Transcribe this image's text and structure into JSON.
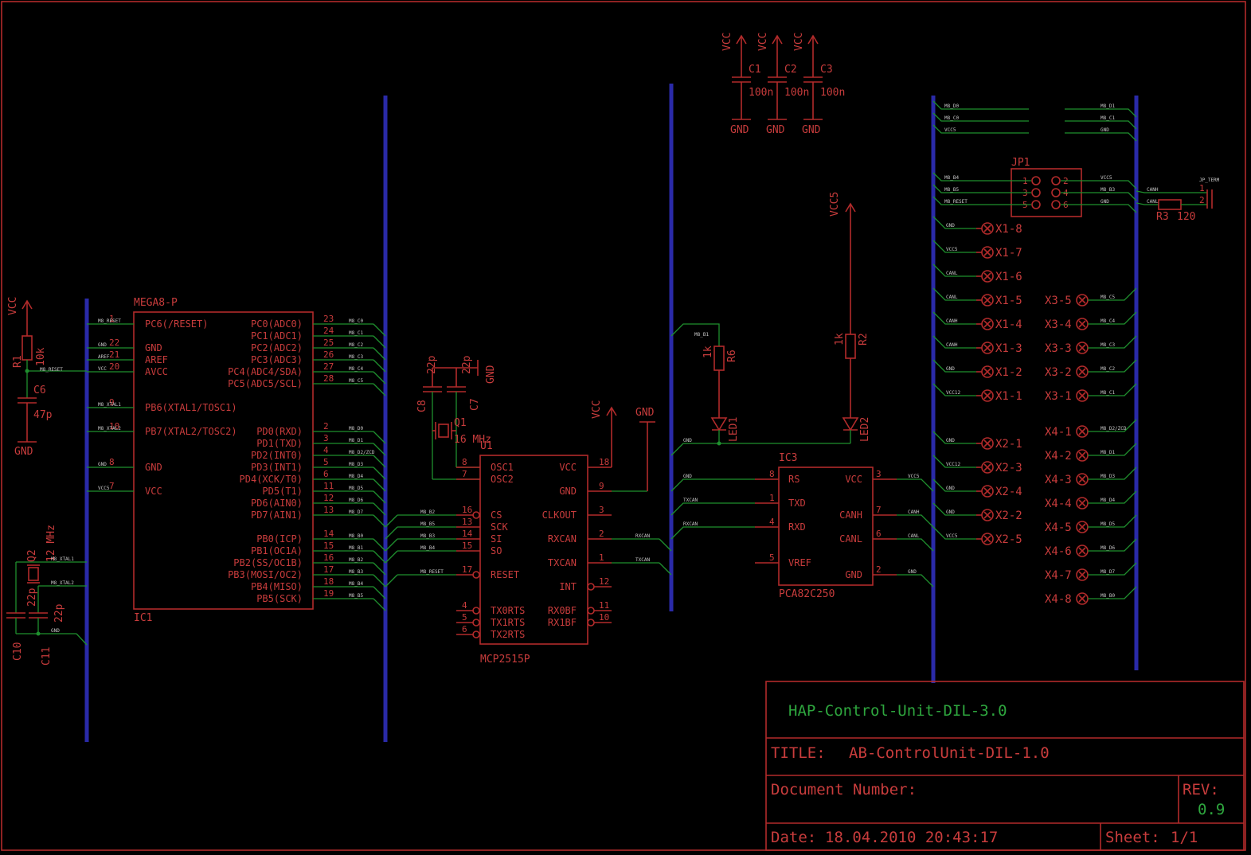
{
  "title_block": {
    "project": "HAP-Control-Unit-DIL-3.0",
    "title_label": "TITLE:",
    "title": "AB-ControlUnit-DIL-1.0",
    "doc_label": "Document Number:",
    "rev_label": "REV:",
    "rev": "0.9",
    "date_label": "Date:",
    "date": "18.04.2010 20:43:17",
    "sheet_label": "Sheet:",
    "sheet": "1/1"
  },
  "ic1": {
    "name": "IC1",
    "value": "MEGA8-P",
    "left_pins": [
      {
        "n": "1",
        "label": "PC6(/RESET)",
        "net": "M8_RESET"
      },
      {
        "n": "22",
        "label": "GND",
        "net": "GND"
      },
      {
        "n": "21",
        "label": "AREF",
        "net": "AREF"
      },
      {
        "n": "20",
        "label": "AVCC",
        "net": "VCC"
      },
      {
        "n": "9",
        "label": "PB6(XTAL1/TOSC1)",
        "net": "M8_XTAL1"
      },
      {
        "n": "10",
        "label": "PB7(XTAL2/TOSC2)",
        "net": "M8_XTAL2"
      },
      {
        "n": "8",
        "label": "GND",
        "net": "GND"
      },
      {
        "n": "7",
        "label": "VCC",
        "net": "VCC5"
      }
    ],
    "right_pins": [
      {
        "n": "23",
        "label": "PC0(ADC0)",
        "net": "M8_C0"
      },
      {
        "n": "24",
        "label": "PC1(ADC1)",
        "net": "M8_C1"
      },
      {
        "n": "25",
        "label": "PC2(ADC2)",
        "net": "M8_C2"
      },
      {
        "n": "26",
        "label": "PC3(ADC3)",
        "net": "M8_C3"
      },
      {
        "n": "27",
        "label": "PC4(ADC4/SDA)",
        "net": "M8_C4"
      },
      {
        "n": "28",
        "label": "PC5(ADC5/SCL)",
        "net": "M8_C5"
      },
      {
        "n": "2",
        "label": "PD0(RXD)",
        "net": "M8_D0"
      },
      {
        "n": "3",
        "label": "PD1(TXD)",
        "net": "M8_D1"
      },
      {
        "n": "4",
        "label": "PD2(INT0)",
        "net": "M8_D2/ZCD"
      },
      {
        "n": "5",
        "label": "PD3(INT1)",
        "net": "M8_D3"
      },
      {
        "n": "6",
        "label": "PD4(XCK/T0)",
        "net": "M8_D4"
      },
      {
        "n": "11",
        "label": "PD5(T1)",
        "net": "M8_D5"
      },
      {
        "n": "12",
        "label": "PD6(AIN0)",
        "net": "M8_D6"
      },
      {
        "n": "13",
        "label": "PD7(AIN1)",
        "net": "M8_D7"
      },
      {
        "n": "14",
        "label": "PB0(ICP)",
        "net": "M8_B0"
      },
      {
        "n": "15",
        "label": "PB1(OC1A)",
        "net": "M8_B1"
      },
      {
        "n": "16",
        "label": "PB2(SS/OC1B)",
        "net": "M8_B2"
      },
      {
        "n": "17",
        "label": "PB3(MOSI/OC2)",
        "net": "M8_B3"
      },
      {
        "n": "18",
        "label": "PB4(MISO)",
        "net": "M8_B4"
      },
      {
        "n": "19",
        "label": "PB5(SCK)",
        "net": "M8_B5"
      }
    ]
  },
  "u1": {
    "name": "U1",
    "value": "MCP2515P",
    "left_pins": [
      {
        "n": "8",
        "label": "OSC1"
      },
      {
        "n": "7",
        "label": "OSC2"
      },
      {
        "n": "16",
        "label": "CS",
        "net": "M8_B2"
      },
      {
        "n": "13",
        "label": "SCK",
        "net": "M8_B5"
      },
      {
        "n": "14",
        "label": "SI",
        "net": "M8_B3"
      },
      {
        "n": "15",
        "label": "SO",
        "net": "M8_B4"
      },
      {
        "n": "17",
        "label": "RESET",
        "net": "M8_RESET"
      },
      {
        "n": "4",
        "label": "TX0RTS"
      },
      {
        "n": "5",
        "label": "TX1RTS"
      },
      {
        "n": "6",
        "label": "TX2RTS"
      }
    ],
    "right_pins": [
      {
        "n": "18",
        "label": "VCC"
      },
      {
        "n": "9",
        "label": "GND"
      },
      {
        "n": "3",
        "label": "CLKOUT"
      },
      {
        "n": "2",
        "label": "RXCAN",
        "net": "RXCAN"
      },
      {
        "n": "1",
        "label": "TXCAN",
        "net": "TXCAN"
      },
      {
        "n": "12",
        "label": "INT"
      },
      {
        "n": "11",
        "label": "RX0BF"
      },
      {
        "n": "10",
        "label": "RX1BF"
      }
    ]
  },
  "ic3": {
    "name": "IC3",
    "value": "PCA82C250",
    "left_pins": [
      {
        "n": "8",
        "label": "RS",
        "net": "GND"
      },
      {
        "n": "1",
        "label": "TXD",
        "net": "TXCAN"
      },
      {
        "n": "4",
        "label": "RXD",
        "net": "RXCAN"
      },
      {
        "n": "5",
        "label": "VREF"
      }
    ],
    "right_pins": [
      {
        "n": "3",
        "label": "VCC",
        "net": "VCC5"
      },
      {
        "n": "7",
        "label": "CANH",
        "net": "CANH"
      },
      {
        "n": "6",
        "label": "CANL",
        "net": "CANL"
      },
      {
        "n": "2",
        "label": "GND",
        "net": "GND"
      }
    ]
  },
  "passives": {
    "r1": {
      "name": "R1",
      "value": "10k"
    },
    "c6": {
      "name": "C6",
      "value": "47p"
    },
    "c1": {
      "name": "C1",
      "value": "100n"
    },
    "c2": {
      "name": "C2",
      "value": "100n"
    },
    "c3": {
      "name": "C3",
      "value": "100n"
    },
    "c7": {
      "name": "C7",
      "value": "22p"
    },
    "c8": {
      "name": "C8",
      "value": "22p"
    },
    "c10": {
      "name": "C10",
      "value": "22p"
    },
    "c11": {
      "name": "C11",
      "value": "22p"
    },
    "q1": {
      "name": "Q1",
      "value": "16 MHz"
    },
    "q2": {
      "name": "Q2",
      "value": "12 MHz"
    },
    "r2": {
      "name": "R2",
      "value": "1k"
    },
    "r6": {
      "name": "R6",
      "value": "1k"
    },
    "r3": {
      "name": "R3",
      "value": "120"
    },
    "led1": {
      "name": "LED1"
    },
    "led2": {
      "name": "LED2"
    }
  },
  "supplies": {
    "vcc": "VCC",
    "vcc5": "VCC5",
    "gnd": "GND"
  },
  "jp1": {
    "name": "JP1",
    "pins": [
      "1",
      "2",
      "3",
      "4",
      "5",
      "6"
    ],
    "left_nets": [
      "M8_B4",
      "M8_B5",
      "M8_RESET"
    ],
    "right_nets": [
      "VCC5",
      "M8_B3",
      "GND"
    ]
  },
  "jp_term": {
    "name": "JP_TERM",
    "pins": [
      "1",
      "2"
    ],
    "nets": [
      "CANH",
      "CANL"
    ]
  },
  "top_nets": {
    "left": [
      "M8_D0",
      "M8_C0",
      "VCC5"
    ],
    "right": [
      "M8_D1",
      "M8_C1",
      "GND"
    ]
  },
  "misc_nets": {
    "led1_net": "M8_B1",
    "led_gnd": "GND"
  },
  "x1": [
    {
      "label": "X1-8",
      "net": "GND"
    },
    {
      "label": "X1-7",
      "net": "VCC5"
    },
    {
      "label": "X1-6",
      "net": "CANL"
    },
    {
      "label": "X1-5",
      "net": "CANL"
    },
    {
      "label": "X1-4",
      "net": "CANH"
    },
    {
      "label": "X1-3",
      "net": "CANH"
    },
    {
      "label": "X1-2",
      "net": "GND"
    },
    {
      "label": "X1-1",
      "net": "VCC12"
    }
  ],
  "x2": [
    {
      "label": "X2-1",
      "net": "GND"
    },
    {
      "label": "X2-3",
      "net": "VCC12"
    },
    {
      "label": "X2-4",
      "net": "GND"
    },
    {
      "label": "X2-2",
      "net": "GND"
    },
    {
      "label": "X2-5",
      "net": "VCC5"
    }
  ],
  "x3": [
    {
      "label": "X3-5",
      "net": "M8_C5"
    },
    {
      "label": "X3-4",
      "net": "M8_C4"
    },
    {
      "label": "X3-3",
      "net": "M8_C3"
    },
    {
      "label": "X3-2",
      "net": "M8_C2"
    },
    {
      "label": "X3-1",
      "net": "M8_C1"
    }
  ],
  "x4": [
    {
      "label": "X4-1",
      "net": "M8_D2/ZCD"
    },
    {
      "label": "X4-2",
      "net": "M8_D1"
    },
    {
      "label": "X4-3",
      "net": "M8_D3"
    },
    {
      "label": "X4-4",
      "net": "M8_D4"
    },
    {
      "label": "X4-5",
      "net": "M8_D5"
    },
    {
      "label": "X4-6",
      "net": "M8_D6"
    },
    {
      "label": "X4-7",
      "net": "M8_D7"
    },
    {
      "label": "X4-8",
      "net": "M8_B0"
    }
  ]
}
